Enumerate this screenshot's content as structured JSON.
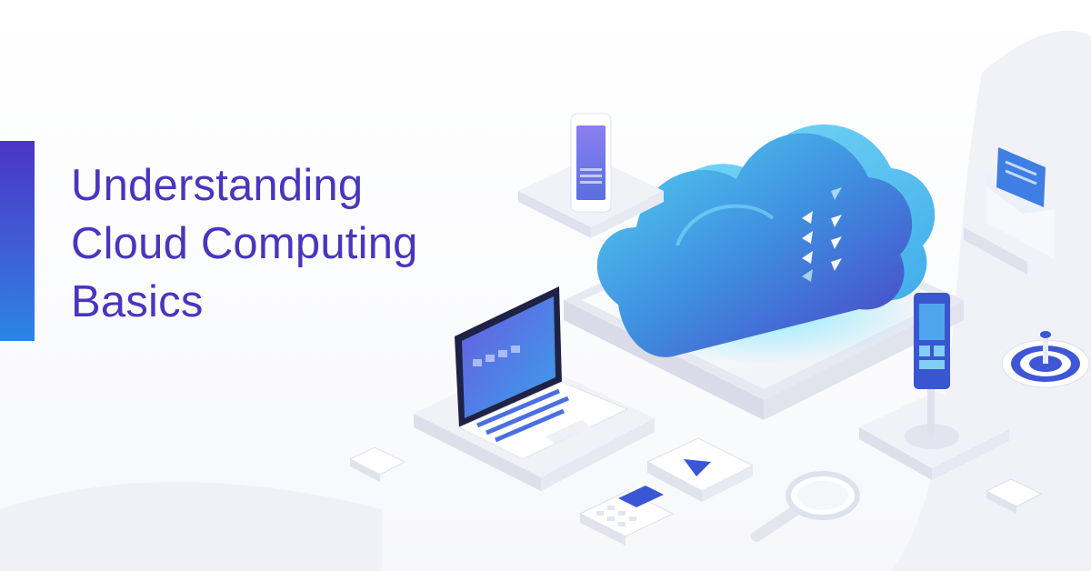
{
  "title": {
    "line1": "Understanding",
    "line2": "Cloud Computing",
    "line3": "Basics"
  },
  "colors": {
    "title": "#4836c0",
    "accent_top": "#4a36c4",
    "accent_bottom": "#2a86e6",
    "cloud_light": "#4fc7ee",
    "cloud_dark": "#4a4fc8",
    "platform": "#eef0f6"
  },
  "icons": [
    "cloud-icon",
    "smartphone-icon",
    "laptop-icon",
    "envelope-icon",
    "kiosk-icon",
    "target-icon",
    "play-button-icon",
    "calculator-icon",
    "magnifier-icon"
  ]
}
